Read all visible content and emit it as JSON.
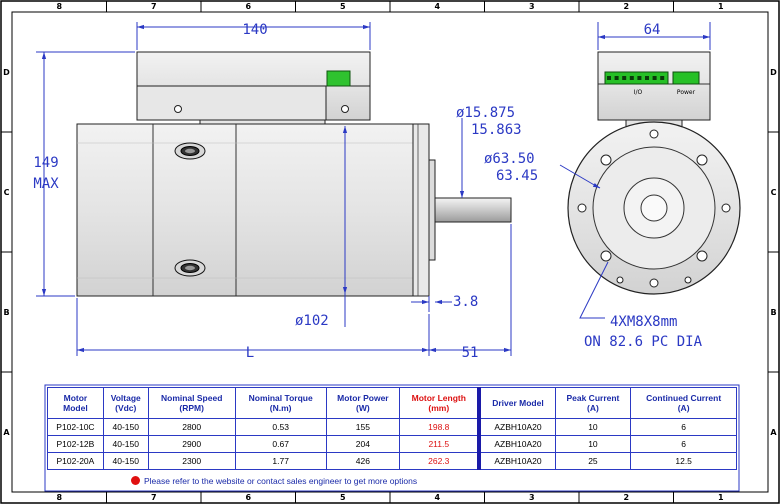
{
  "border_refs": {
    "top": [
      "8",
      "7",
      "6",
      "5",
      "4",
      "3",
      "2",
      "1"
    ],
    "bottom": [
      "8",
      "7",
      "6",
      "5",
      "4",
      "3",
      "2",
      "1"
    ],
    "left": [
      "D",
      "C",
      "B",
      "A"
    ],
    "right": [
      "D",
      "C",
      "B",
      "A"
    ]
  },
  "dimensions": {
    "driver_length": "140",
    "driver_width": "64",
    "height_value": "149",
    "height_suffix": "MAX",
    "shaft_dia_max": "ø15.875",
    "shaft_dia_min": "15.863",
    "pilot_dia_max": "ø63.50",
    "pilot_dia_min": "63.45",
    "body_dia": "ø102",
    "flange_thickness": "3.8",
    "shaft_length": "51",
    "motor_length": "L",
    "holes_line1": "4XM8X8mm",
    "holes_line2": "ON 82.6 PC DIA"
  },
  "connector_labels": {
    "io": "I/O",
    "power": "Power"
  },
  "table": {
    "headers": [
      {
        "text": "Motor\nModel",
        "color": "blue"
      },
      {
        "text": "Voltage\n(Vdc)",
        "color": "blue"
      },
      {
        "text": "Nominal Speed\n(RPM)",
        "color": "blue"
      },
      {
        "text": "Nominal Torque\n(N.m)",
        "color": "blue"
      },
      {
        "text": "Motor Power\n(W)",
        "color": "blue"
      },
      {
        "text": "Motor Length\n(mm)",
        "color": "red"
      },
      {
        "text": "Driver Model",
        "color": "blue"
      },
      {
        "text": "Peak Current\n(A)",
        "color": "blue"
      },
      {
        "text": "Continued Current\n(A)",
        "color": "blue"
      }
    ],
    "rows": [
      [
        "P102-10C",
        "40-150",
        "2800",
        "0.53",
        "155",
        "198.8",
        "AZBH10A20",
        "10",
        "6"
      ],
      [
        "P102-12B",
        "40-150",
        "2900",
        "0.67",
        "204",
        "211.5",
        "AZBH10A20",
        "10",
        "6"
      ],
      [
        "P102-20A",
        "40-150",
        "2300",
        "1.77",
        "426",
        "262.3",
        "AZBH10A20",
        "25",
        "12.5"
      ]
    ]
  },
  "note": "Please refer to the website or contact sales engineer to get  more options"
}
